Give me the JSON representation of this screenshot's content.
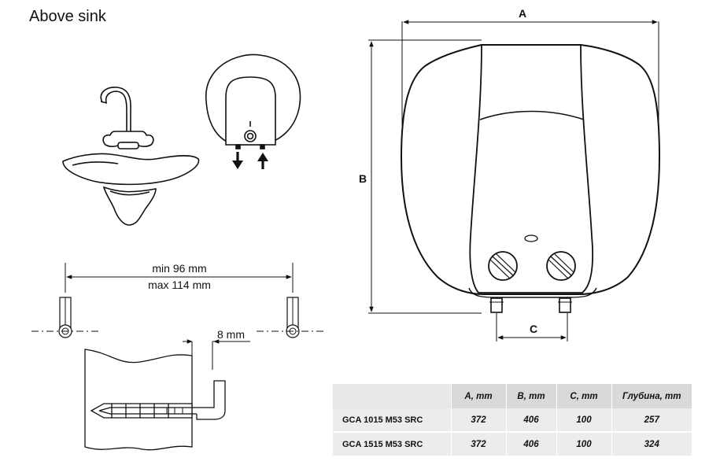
{
  "title": "Above sink",
  "labels": {
    "dim_a": "A",
    "dim_b": "B",
    "dim_c": "C",
    "min_spacing": "min 96 mm",
    "max_spacing": "max 114 mm",
    "hook_gap": "8 mm"
  },
  "table": {
    "headers": [
      "",
      "A, mm",
      "B, mm",
      "C, mm",
      "Глубина, mm"
    ],
    "rows": [
      {
        "model": "GCA 1015  M53  SRC",
        "a": "372",
        "b": "406",
        "c": "100",
        "depth": "257"
      },
      {
        "model": "GCA 1515  M53  SRC",
        "a": "372",
        "b": "406",
        "c": "100",
        "depth": "324"
      }
    ]
  },
  "colors": {
    "line": "#111111",
    "table_header": "#d9d9d9",
    "table_row": "#ececec"
  }
}
